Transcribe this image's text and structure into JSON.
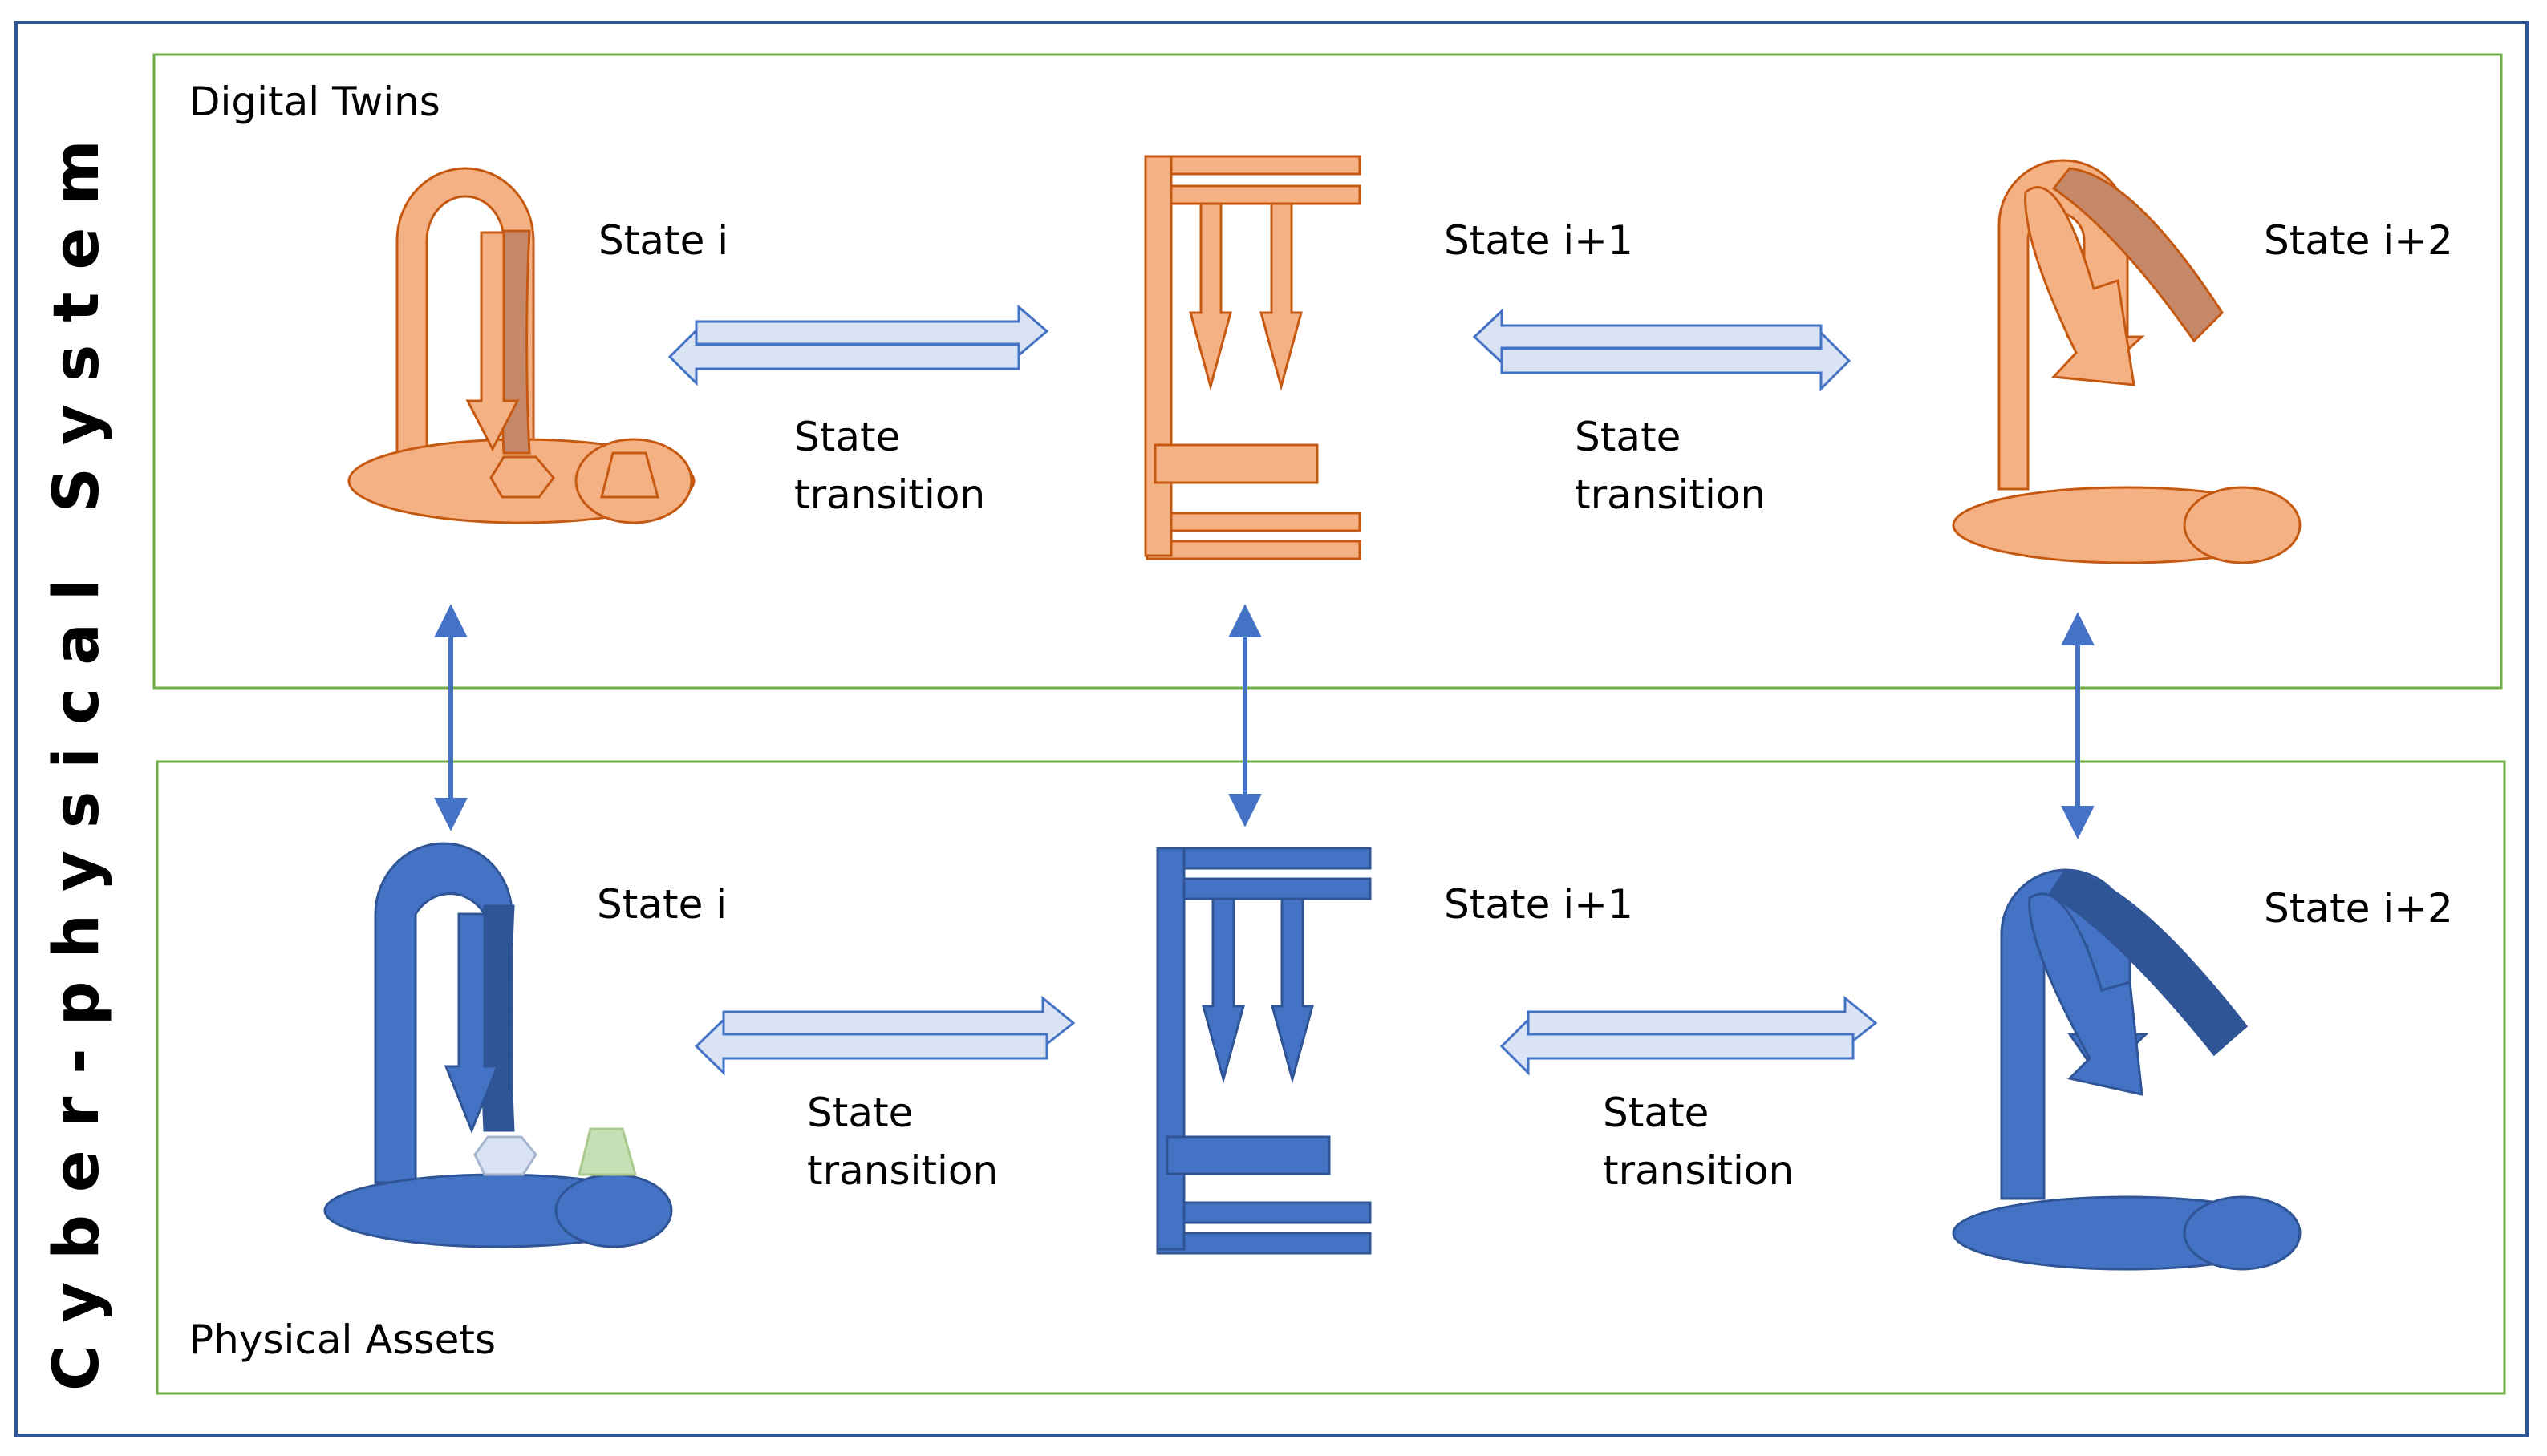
{
  "side_title": "Cyber-physical System",
  "panels": {
    "digital": {
      "label": "Digital Twins"
    },
    "physical": {
      "label": "Physical  Assets"
    }
  },
  "states": [
    "State i",
    "State i+1",
    "State i+2"
  ],
  "transition": {
    "line1": "State",
    "line2": "transition"
  },
  "colors": {
    "twin_fill": "#F4B183",
    "twin_dark": "#C5896A",
    "twin_stroke": "#C65911",
    "asset_fill": "#4472C4",
    "asset_dark": "#2F5597",
    "asset_stroke": "#2F5597",
    "panel_border": "#70AD47",
    "outer_border": "#2F5597",
    "arrow_fill": "#DAE3F3",
    "link_arrow": "#4472C4"
  }
}
